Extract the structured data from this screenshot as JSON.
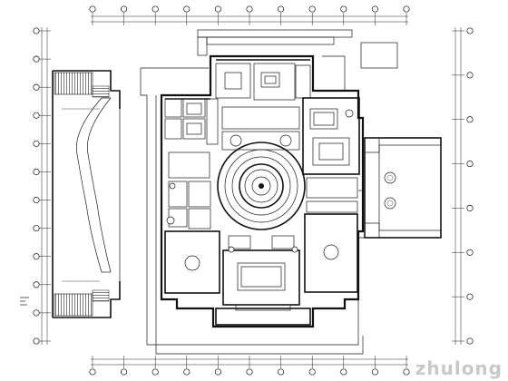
{
  "drawing": {
    "type": "architectural-floor-plan",
    "grid_bubble_count_top": 11,
    "grid_bubble_count_bottom": 11,
    "grid_bubble_count_left": 12,
    "grid_bubble_count_right": 8
  },
  "watermark": {
    "text": "zhulong"
  },
  "legend": {
    "icon": "north-arrow-icon"
  },
  "colors": {
    "line": "#111111",
    "background": "#ffffff",
    "watermark": "#c8c8c8"
  }
}
